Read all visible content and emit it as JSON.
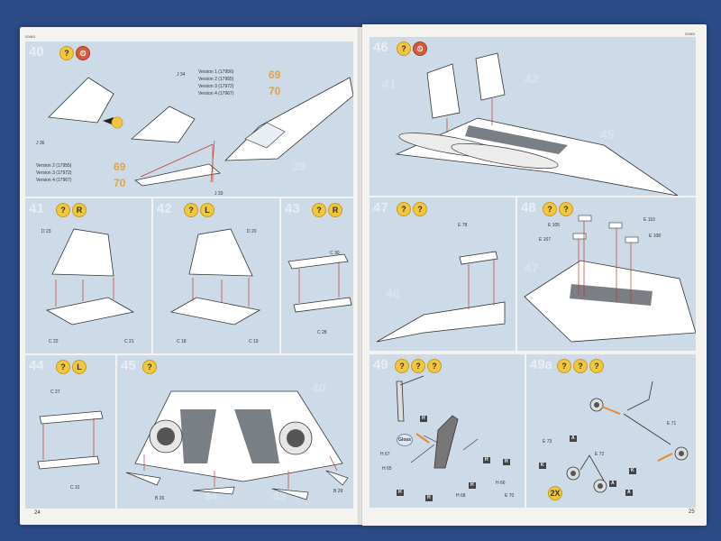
{
  "header": {
    "left_code": "00863",
    "right_code": "00863"
  },
  "steps": [
    {
      "id": "s40",
      "num": "40",
      "icons": [
        "?",
        "⏲"
      ]
    },
    {
      "id": "s41",
      "num": "41",
      "icons": [
        "?",
        "R"
      ]
    },
    {
      "id": "s42",
      "num": "42",
      "icons": [
        "?",
        "L"
      ]
    },
    {
      "id": "s43",
      "num": "43",
      "icons": [
        "?",
        "R"
      ]
    },
    {
      "id": "s44",
      "num": "44",
      "icons": [
        "?",
        "L"
      ]
    },
    {
      "id": "s45",
      "num": "45",
      "icons": [
        "?"
      ]
    },
    {
      "id": "s46",
      "num": "46",
      "icons": [
        "?",
        "⏲"
      ]
    },
    {
      "id": "s47",
      "num": "47",
      "icons": [
        "?",
        "?"
      ]
    },
    {
      "id": "s48",
      "num": "48",
      "icons": [
        "?",
        "?"
      ]
    },
    {
      "id": "s49",
      "num": "49",
      "icons": [
        "?",
        "?",
        "?"
      ]
    },
    {
      "id": "s49a",
      "num": "49a",
      "icons": [
        "?",
        "?",
        "?"
      ]
    }
  ],
  "step40": {
    "versions_top": [
      "Version 1 (17956)",
      "Version 2 (17955)",
      "Version 3 (17972)",
      "Version 4 (17967)"
    ],
    "refs_top": [
      "69",
      "70"
    ],
    "versions_left": [
      "Version 2 (17955)",
      "Version 3 (17972)",
      "Version 4 (17967)"
    ],
    "refs_left": [
      "69",
      "70"
    ],
    "parts": [
      "J 36",
      "J 34",
      "J 33"
    ],
    "bg": "39"
  },
  "step41": {
    "parts": [
      "D 23",
      "C 22",
      "C 21"
    ]
  },
  "step42": {
    "parts": [
      "D 20",
      "C 18",
      "C 19"
    ]
  },
  "step43": {
    "parts": [
      "C 30",
      "C 28"
    ]
  },
  "step44": {
    "parts": [
      "C 27",
      "C 31"
    ]
  },
  "step45": {
    "parts": [
      "B 26",
      "B 29"
    ],
    "bg": [
      "40",
      "44",
      "43"
    ]
  },
  "step46": {
    "bg": [
      "41",
      "42",
      "45"
    ]
  },
  "step47": {
    "parts": [
      "E 78"
    ],
    "bg": [
      "46"
    ]
  },
  "step48": {
    "parts": [
      "E 105",
      "E 107",
      "E 110",
      "E 108"
    ],
    "bg": [
      "47"
    ]
  },
  "step49": {
    "parts": [
      "H 65",
      "H 67",
      "H 66",
      "H 68",
      "E 70"
    ],
    "labels": [
      "H",
      "H",
      "H",
      "H",
      "H",
      "H"
    ],
    "paint": "Gloss"
  },
  "step49a": {
    "parts": [
      "E 73",
      "E 72",
      "E 71"
    ],
    "labels": [
      "A",
      "K",
      "A",
      "K",
      "A"
    ],
    "badge": "2X"
  },
  "page_numbers": {
    "left": "24",
    "right": "25"
  }
}
